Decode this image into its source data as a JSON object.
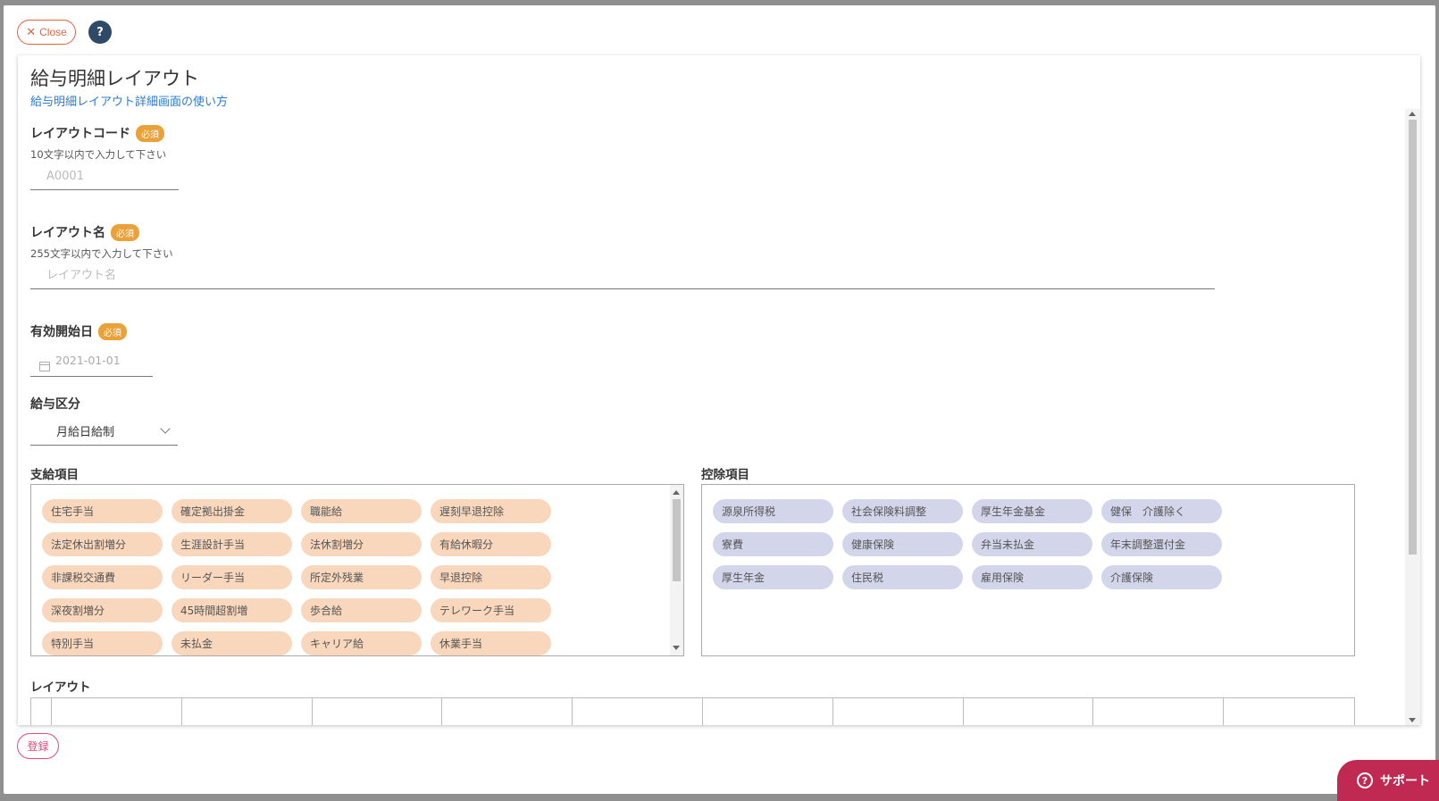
{
  "header": {
    "close_label": "Close",
    "help_icon": "?"
  },
  "page": {
    "title": "給与明細レイアウト",
    "help_link": "給与明細レイアウト詳細画面の使い方"
  },
  "required_badge": "必須",
  "fields": {
    "layout_code": {
      "label": "レイアウトコード",
      "hint": "10文字以内で入力して下さい",
      "placeholder": "A0001"
    },
    "layout_name": {
      "label": "レイアウト名",
      "hint": "255文字以内で入力して下さい",
      "placeholder": "レイアウト名"
    },
    "start_date": {
      "label": "有効開始日",
      "value": "2021-01-01"
    },
    "pay_type": {
      "label": "給与区分",
      "selected": "月給日給制"
    }
  },
  "payment_items": {
    "label": "支給項目",
    "items": [
      "住宅手当",
      "確定拠出掛金",
      "職能給",
      "遅刻早退控除",
      "法定休出割増分",
      "生涯設計手当",
      "法休割増分",
      "有給休暇分",
      "非課税交通費",
      "リーダー手当",
      "所定外残業",
      "早退控除",
      "深夜割増分",
      "45時間超割増",
      "歩合給",
      "テレワーク手当",
      "特別手当",
      "未払金",
      "キャリア給",
      "休業手当"
    ]
  },
  "deduction_items": {
    "label": "控除項目",
    "items": [
      "源泉所得税",
      "社会保険料調整",
      "厚生年金基金",
      "健保　介護除く",
      "寮費",
      "健康保険",
      "弁当未払金",
      "年末調整還付金",
      "厚生年金",
      "住民税",
      "雇用保険",
      "介護保険"
    ]
  },
  "layout": {
    "label": "レイアウト"
  },
  "footer": {
    "register_label": "登録",
    "support_label": "サポート"
  },
  "colors": {
    "accent_orange": "#e8613a",
    "pink": "#e84a7a",
    "support": "#c02a52",
    "payment_chip": "#f8d7bd",
    "deduction_chip": "#d3d6ea",
    "required": "#eaa13a"
  }
}
